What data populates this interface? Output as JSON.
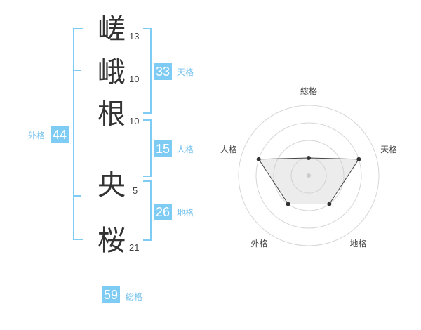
{
  "name_chars": [
    {
      "char": "嵯",
      "strokes": "13"
    },
    {
      "char": "峨",
      "strokes": "10"
    },
    {
      "char": "根",
      "strokes": "10"
    },
    {
      "char": "央",
      "strokes": "5"
    },
    {
      "char": "桜",
      "strokes": "21"
    }
  ],
  "fortunes": {
    "tenkaku": {
      "value": "33",
      "label": "天格"
    },
    "jinkaku": {
      "value": "15",
      "label": "人格"
    },
    "chikaku": {
      "value": "26",
      "label": "地格"
    },
    "gaikaku": {
      "value": "44",
      "label": "外格"
    },
    "soukaku": {
      "value": "59",
      "label": "総格"
    }
  },
  "colors": {
    "accent": "#7ecbf4",
    "accent_text": "#74c2ee",
    "text": "#333333"
  },
  "chart_data": {
    "type": "radar",
    "axes": [
      "総格",
      "天格",
      "地格",
      "外格",
      "人格"
    ],
    "levels": 4,
    "range": [
      0,
      4
    ],
    "values": [
      1,
      3,
      2,
      2,
      3
    ]
  }
}
